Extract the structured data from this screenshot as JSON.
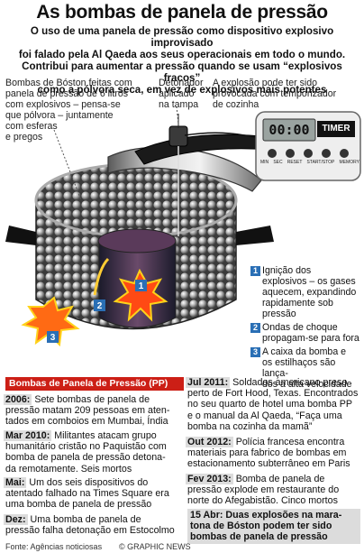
{
  "title": "As bombas de panela de pressão",
  "intro_lines": [
    "O uso de uma panela de pressão como dispositivo explosivo improvisado",
    "foi falado pela Al Qaeda aos seus operacionais em todo o mundo.",
    "Contribui para aumentar a pressão quando se usam “explosivos fracos”",
    "como a pólvora seca, em vez de explosivos mais potentes"
  ],
  "callouts": {
    "bombs_lines": [
      "Bombas de Bóston feitas com",
      "panela de pressão de 6 litros",
      "com explosivos – pensa-se",
      "que pólvora – juntamente",
      "com esferas",
      "e pregos"
    ],
    "detonator_lines": [
      "Detonador",
      "aplicado",
      "na tampa"
    ],
    "timer_lines": [
      "A explosão pode ter sido",
      "provocada com temporizador",
      "de cozinha"
    ]
  },
  "timer": {
    "display": "00:00",
    "brand": "TIMER",
    "buttons": [
      "MIN",
      "SEC",
      "RESET",
      "START/STOP",
      "MEMORY"
    ]
  },
  "legend": [
    {
      "num": "1",
      "lines": [
        "Ignição dos",
        "explosivos – os gases",
        "aquecem, expandindo",
        "rapidamente sob pressão"
      ]
    },
    {
      "num": "2",
      "lines": [
        "Ondas de choque",
        "propagam-se para fora"
      ]
    },
    {
      "num": "3",
      "lines": [
        "A caixa da bomba e",
        "os estilhaços são lança-",
        "dos a alta velocidade"
      ]
    }
  ],
  "timeline": {
    "heading": "Bombas de Panela de Pressão (PP)",
    "left": [
      {
        "date": "2006:",
        "lines": [
          " Sete bombas de panela de",
          "pressão matam 209 pessoas em aten-",
          "tados em comboios em Mumbai, Índia"
        ]
      },
      {
        "date": "Mar 2010:",
        "lines": [
          " Militantes atacam grupo",
          "humanitário cristão no Paquistão com",
          "bomba de panela de pressão detona-",
          "da remotamente. Seis mortos"
        ]
      },
      {
        "date": "Mai:",
        "lines": [
          " Um dos seis dispositivos do",
          "atentado falhado na Times Square era",
          "uma bomba de panela de pressão"
        ]
      },
      {
        "date": "Dez:",
        "lines": [
          " Uma bomba de panela de",
          "pressão falha detonação em Estocolmo"
        ]
      }
    ],
    "right": [
      {
        "date": "Jul 2011:",
        "lines": [
          " Soldados americano preso",
          "perto de Fort Hood, Texas. Encontrados",
          "no seu quarto de hotel uma bomba PP",
          "e o manual da Al Qaeda, “Faça uma",
          "bomba na cozinha da mamã”"
        ]
      },
      {
        "date": "Out 2012:",
        "lines": [
          " Polícia francesa encontra",
          "materiais para fabrico de bombas em",
          "estacionamento subterrâneo em Paris"
        ]
      },
      {
        "date": "Fev 2013:",
        "lines": [
          " Bomba de panela de",
          "pressão explode em restaurante do",
          "norte do Afegabistão. Cinco mortos"
        ]
      },
      {
        "date": "",
        "lines": [
          "15 Abr: Duas explosões na mara-",
          "tona de Bóston podem ter sido",
          "bombas de panela de pressão"
        ]
      }
    ]
  },
  "footer": {
    "source": "Fonte: Agências noticiosas",
    "brand": "© GRAPHIC NEWS"
  },
  "colors": {
    "accent_red": "#cc1f16",
    "legend_blue": "#2a6fb5",
    "entry_shade": "#dcdcdc"
  }
}
